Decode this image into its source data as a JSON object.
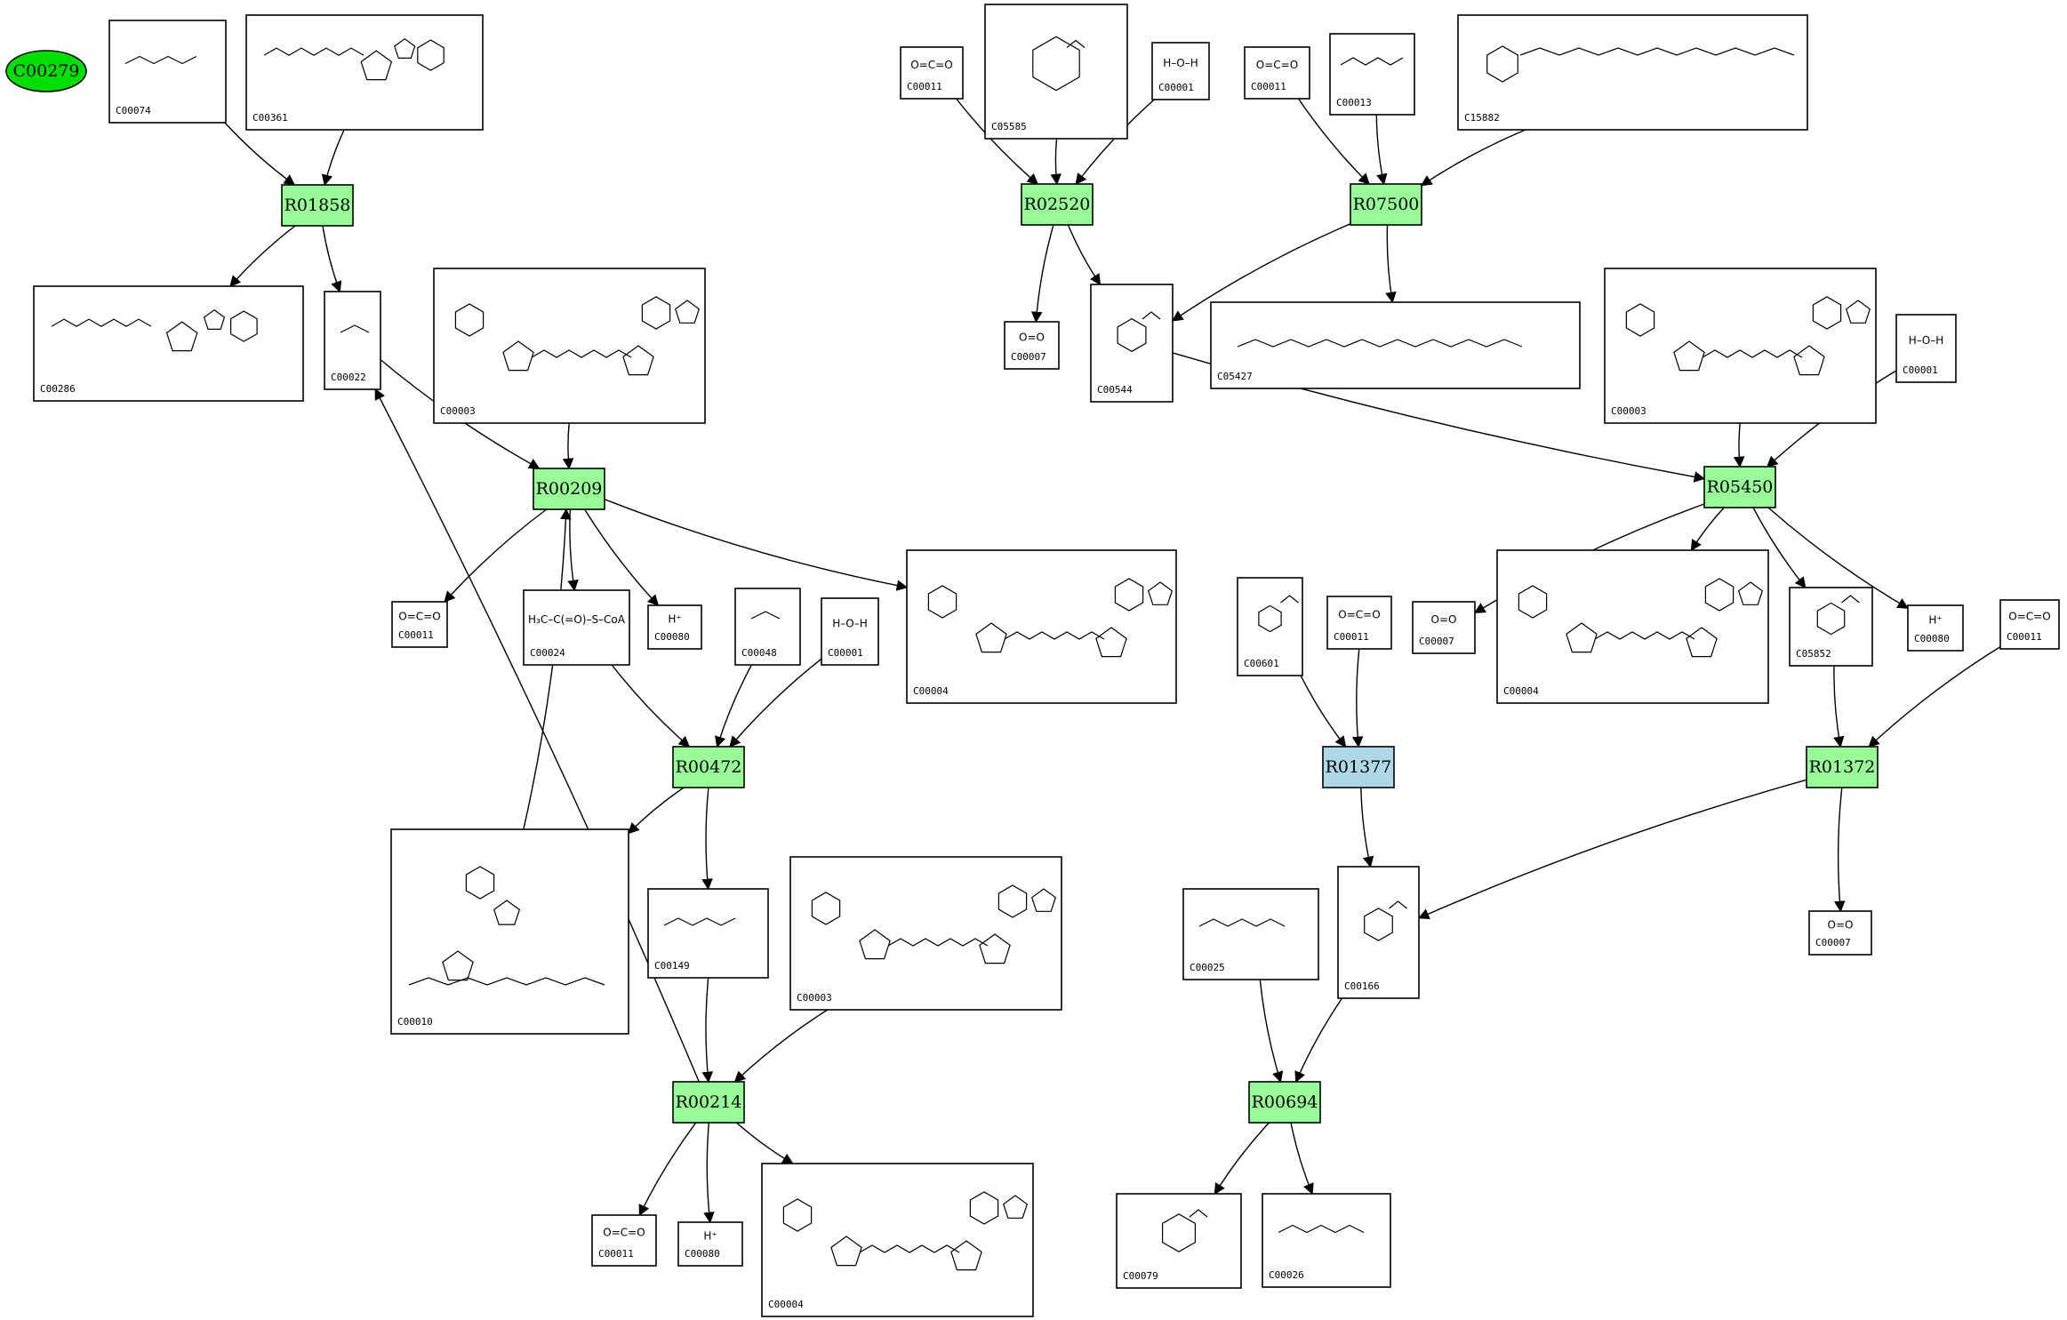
{
  "colors": {
    "reaction": "#98FB98",
    "reaction_highlight": "#ADD8E6",
    "start_node": "#00E000"
  },
  "start_node": {
    "label": "C00279"
  },
  "reactions": [
    {
      "id": "R01858",
      "label": "R01858"
    },
    {
      "id": "R00209",
      "label": "R00209"
    },
    {
      "id": "R00472",
      "label": "R00472"
    },
    {
      "id": "R00214",
      "label": "R00214"
    },
    {
      "id": "R02520",
      "label": "R02520"
    },
    {
      "id": "R07500",
      "label": "R07500"
    },
    {
      "id": "R05450",
      "label": "R05450"
    },
    {
      "id": "R01377",
      "label": "R01377"
    },
    {
      "id": "R01372",
      "label": "R01372"
    },
    {
      "id": "R00694",
      "label": "R00694"
    }
  ],
  "compounds": [
    {
      "key": "C00074",
      "label": "C00074",
      "text": "",
      "mol": "pep"
    },
    {
      "key": "C00361",
      "label": "C00361",
      "text": "",
      "mol": "nuc3"
    },
    {
      "key": "C00286",
      "label": "C00286",
      "text": "",
      "mol": "nuc3"
    },
    {
      "key": "C00022",
      "label": "C00022",
      "text": "",
      "mol": "pyr"
    },
    {
      "key": "C00003a",
      "label": "C00003",
      "text": "",
      "mol": "nad"
    },
    {
      "key": "C00011a",
      "label": "C00011",
      "text": "O=C=O",
      "mol": ""
    },
    {
      "key": "C00024",
      "label": "C00024",
      "text": "H₃C–C(=O)–S–CoA",
      "mol": ""
    },
    {
      "key": "C00080a",
      "label": "C00080",
      "text": "H⁺",
      "mol": ""
    },
    {
      "key": "C00048",
      "label": "C00048",
      "text": "",
      "mol": "glx"
    },
    {
      "key": "C00001a",
      "label": "C00001",
      "text": "H–O–H",
      "mol": ""
    },
    {
      "key": "C00004a",
      "label": "C00004",
      "text": "",
      "mol": "nad"
    },
    {
      "key": "C00010",
      "label": "C00010",
      "text": "",
      "mol": "coa"
    },
    {
      "key": "C00149",
      "label": "C00149",
      "text": "",
      "mol": "mal"
    },
    {
      "key": "C00003b",
      "label": "C00003",
      "text": "",
      "mol": "nad"
    },
    {
      "key": "C00011b",
      "label": "C00011",
      "text": "O=C=O",
      "mol": ""
    },
    {
      "key": "C00080b",
      "label": "C00080",
      "text": "H⁺",
      "mol": ""
    },
    {
      "key": "C00004b",
      "label": "C00004",
      "text": "",
      "mol": "nad"
    },
    {
      "key": "C00011c",
      "label": "C00011",
      "text": "O=C=O",
      "mol": ""
    },
    {
      "key": "C05585",
      "label": "C05585",
      "text": "",
      "mol": "ring"
    },
    {
      "key": "C00001b",
      "label": "C00001",
      "text": "H–O–H",
      "mol": ""
    },
    {
      "key": "C00007a",
      "label": "C00007",
      "text": "O=O",
      "mol": ""
    },
    {
      "key": "C00544",
      "label": "C00544",
      "text": "",
      "mol": "ring"
    },
    {
      "key": "C00011d",
      "label": "C00011",
      "text": "O=C=O",
      "mol": ""
    },
    {
      "key": "C00013",
      "label": "C00013",
      "text": "",
      "mol": "ppi"
    },
    {
      "key": "C15882",
      "label": "C15882",
      "text": "",
      "mol": "chain"
    },
    {
      "key": "C05427",
      "label": "C05427",
      "text": "",
      "mol": "chain2"
    },
    {
      "key": "C00003c",
      "label": "C00003",
      "text": "",
      "mol": "nad"
    },
    {
      "key": "C00001c",
      "label": "C00001",
      "text": "H–O–H",
      "mol": ""
    },
    {
      "key": "C00007b",
      "label": "C00007",
      "text": "O=O",
      "mol": ""
    },
    {
      "key": "C00004c",
      "label": "C00004",
      "text": "",
      "mol": "nad"
    },
    {
      "key": "C05852",
      "label": "C05852",
      "text": "",
      "mol": "ring"
    },
    {
      "key": "C00080c",
      "label": "C00080",
      "text": "H⁺",
      "mol": ""
    },
    {
      "key": "C00011e",
      "label": "C00011",
      "text": "O=C=O",
      "mol": ""
    },
    {
      "key": "C00601",
      "label": "C00601",
      "text": "",
      "mol": "ring"
    },
    {
      "key": "C00011f",
      "label": "C00011",
      "text": "O=C=O",
      "mol": ""
    },
    {
      "key": "C00025",
      "label": "C00025",
      "text": "",
      "mol": "glu"
    },
    {
      "key": "C00166",
      "label": "C00166",
      "text": "",
      "mol": "ring"
    },
    {
      "key": "C00007c",
      "label": "C00007",
      "text": "O=O",
      "mol": ""
    },
    {
      "key": "C00079",
      "label": "C00079",
      "text": "",
      "mol": "ring"
    },
    {
      "key": "C00026",
      "label": "C00026",
      "text": "",
      "mol": "akg"
    }
  ],
  "edges": [
    {
      "from": "C00074",
      "to": "R01858"
    },
    {
      "from": "C00361",
      "to": "R01858"
    },
    {
      "from": "R01858",
      "to": "C00286"
    },
    {
      "from": "R01858",
      "to": "C00022"
    },
    {
      "from": "C00022",
      "to": "R00209"
    },
    {
      "from": "C00003a",
      "to": "R00209"
    },
    {
      "from": "C00010",
      "to": "R00209"
    },
    {
      "from": "R00209",
      "to": "C00011a"
    },
    {
      "from": "R00209",
      "to": "C00024"
    },
    {
      "from": "R00209",
      "to": "C00080a"
    },
    {
      "from": "R00209",
      "to": "C00004a"
    },
    {
      "from": "C00024",
      "to": "R00472"
    },
    {
      "from": "C00048",
      "to": "R00472"
    },
    {
      "from": "C00001a",
      "to": "R00472"
    },
    {
      "from": "R00472",
      "to": "C00010"
    },
    {
      "from": "R00472",
      "to": "C00149"
    },
    {
      "from": "C00149",
      "to": "R00214"
    },
    {
      "from": "C00003b",
      "to": "R00214"
    },
    {
      "from": "R00214",
      "to": "C00022"
    },
    {
      "from": "R00214",
      "to": "C00011b"
    },
    {
      "from": "R00214",
      "to": "C00080b"
    },
    {
      "from": "R00214",
      "to": "C00004b"
    },
    {
      "from": "C00011c",
      "to": "R02520"
    },
    {
      "from": "C05585",
      "to": "R02520"
    },
    {
      "from": "C00001b",
      "to": "R02520"
    },
    {
      "from": "R02520",
      "to": "C00007a"
    },
    {
      "from": "R02520",
      "to": "C00544"
    },
    {
      "from": "C00011d",
      "to": "R07500"
    },
    {
      "from": "C00013",
      "to": "R07500"
    },
    {
      "from": "C15882",
      "to": "R07500"
    },
    {
      "from": "R07500",
      "to": "C00544"
    },
    {
      "from": "R07500",
      "to": "C05427"
    },
    {
      "from": "C00544",
      "to": "R05450"
    },
    {
      "from": "C00003c",
      "to": "R05450"
    },
    {
      "from": "C00001c",
      "to": "R05450"
    },
    {
      "from": "R05450",
      "to": "C00007b"
    },
    {
      "from": "R05450",
      "to": "C00004c"
    },
    {
      "from": "R05450",
      "to": "C05852"
    },
    {
      "from": "R05450",
      "to": "C00080c"
    },
    {
      "from": "C05852",
      "to": "R01372"
    },
    {
      "from": "C00011e",
      "to": "R01372"
    },
    {
      "from": "R01372",
      "to": "C00166"
    },
    {
      "from": "R01372",
      "to": "C00007c"
    },
    {
      "from": "C00601",
      "to": "R01377"
    },
    {
      "from": "C00011f",
      "to": "R01377"
    },
    {
      "from": "R01377",
      "to": "C00166"
    },
    {
      "from": "C00025",
      "to": "R00694"
    },
    {
      "from": "C00166",
      "to": "R00694"
    },
    {
      "from": "R00694",
      "to": "C00079"
    },
    {
      "from": "R00694",
      "to": "C00026"
    }
  ]
}
